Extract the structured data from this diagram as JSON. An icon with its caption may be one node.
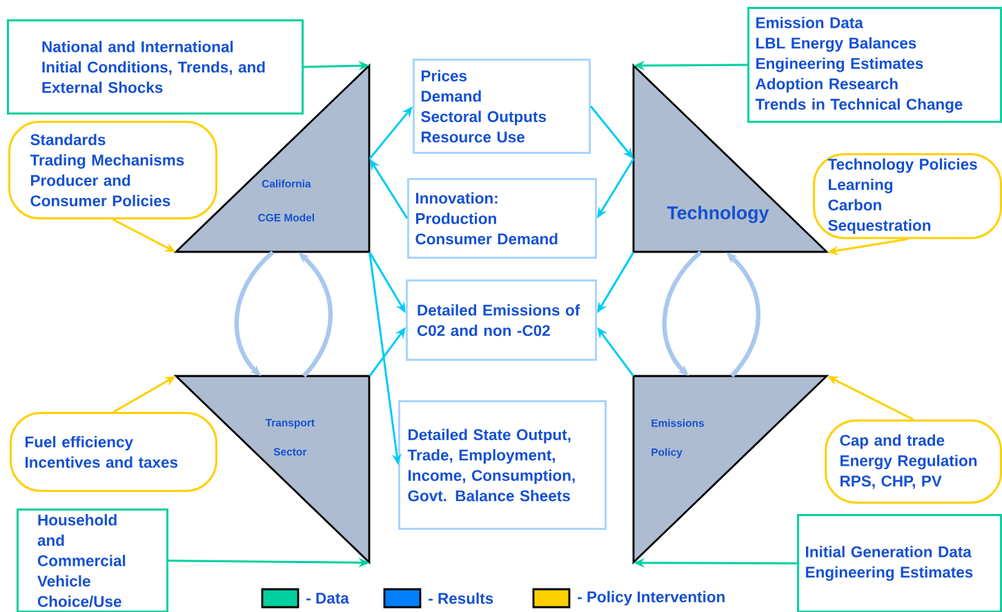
{
  "diagram": {
    "nodes": [
      {
        "text": [
          "National and International Initial Conditions, Trends, and External Shocks"
        ]
      },
      {
        "text": [
          "Standards",
          "Trading Mechanisms",
          "Producer and Consumer Policies"
        ]
      },
      {
        "text": [
          "California CGE Model"
        ]
      },
      {
        "text": [
          "Prices",
          "Demand",
          "Sectoral Outputs",
          "Resource Use"
        ]
      },
      {
        "text": [
          "Innovation:",
          "Production",
          "Consumer Demand"
        ]
      },
      {
        "text": [
          "Detailed Emissions of C02 and non -C02"
        ]
      },
      {
        "text": [
          "Detailed State Output, Trade, Employment, Income, Consumption, Govt. Balance Sheets"
        ]
      },
      {
        "text": [
          "Technology"
        ]
      },
      {
        "text": [
          "Emission Data",
          "LBL Energy Balances",
          "Engineering Estimates",
          "Adoption Research",
          "Trends in Technical Change"
        ]
      },
      {
        "text": [
          "Technology Policies",
          "Learning",
          "Carbon Sequestration"
        ]
      },
      {
        "text": [
          "Transport Sector"
        ]
      },
      {
        "text": [
          "Fuel efficiency",
          "Incentives and taxes"
        ]
      },
      {
        "text": [
          "Household and Commercial Vehicle Choice/Use"
        ]
      },
      {
        "text": [
          "Emissions Policy"
        ]
      },
      {
        "text": [
          "Cap and trade",
          "Energy Regulation",
          "RPS, CHP, PV"
        ]
      },
      {
        "text": [
          "Initial Generation Data",
          "Engineering Estimates"
        ]
      }
    ],
    "edges": [
      {
        "from": 0,
        "to": 2,
        "arrow": "to",
        "color": "#00d0a0"
      },
      {
        "from": 1,
        "to": 2,
        "arrow": "to",
        "color": "#ffd000"
      },
      {
        "from": 2,
        "to": 3,
        "arrow": "to"
      },
      {
        "from": 4,
        "to": 2,
        "arrow": "to"
      },
      {
        "from": 3,
        "to": 7,
        "arrow": "to"
      },
      {
        "from": 7,
        "to": 4,
        "arrow": "to"
      },
      {
        "from": 2,
        "to": 5,
        "arrow": "to"
      },
      {
        "from": 2,
        "to": 6,
        "arrow": "to"
      },
      {
        "from": 10,
        "to": 5,
        "arrow": "to"
      },
      {
        "from": 7,
        "to": 5,
        "arrow": "to"
      },
      {
        "from": 13,
        "to": 5,
        "arrow": "to"
      },
      {
        "from": 8,
        "to": 7,
        "arrow": "to",
        "color": "#00d0a0"
      },
      {
        "from": 9,
        "to": 7,
        "arrow": "to",
        "color": "#ffd000"
      },
      {
        "from": 11,
        "to": 10,
        "arrow": "to",
        "color": "#ffd000"
      },
      {
        "from": 12,
        "to": 10,
        "arrow": "to",
        "color": "#00d0a0"
      },
      {
        "from": 15,
        "to": 13,
        "arrow": "to",
        "color": "#00d0a0"
      },
      {
        "from": 14,
        "to": 13,
        "arrow": "to",
        "color": "#ffd000"
      },
      {
        "from": 2,
        "to": 10,
        "arrow": "to",
        "style": "thick",
        "color": "#a8c8ee"
      },
      {
        "from": 10,
        "to": 2,
        "arrow": "to",
        "style": "thick",
        "color": "#a8c8ee"
      },
      {
        "from": 7,
        "to": 13,
        "arrow": "to",
        "style": "thick",
        "color": "#a8c8ee"
      },
      {
        "from": 13,
        "to": 7,
        "arrow": "to",
        "style": "thick",
        "color": "#a8c8ee"
      }
    ],
    "legend": [
      {
        "text": "- Data",
        "color": "#00d0a0"
      },
      {
        "text": "- Results",
        "color": "#0080ff"
      },
      {
        "text": "- Policy Intervention",
        "color": "#ffd000"
      }
    ]
  }
}
